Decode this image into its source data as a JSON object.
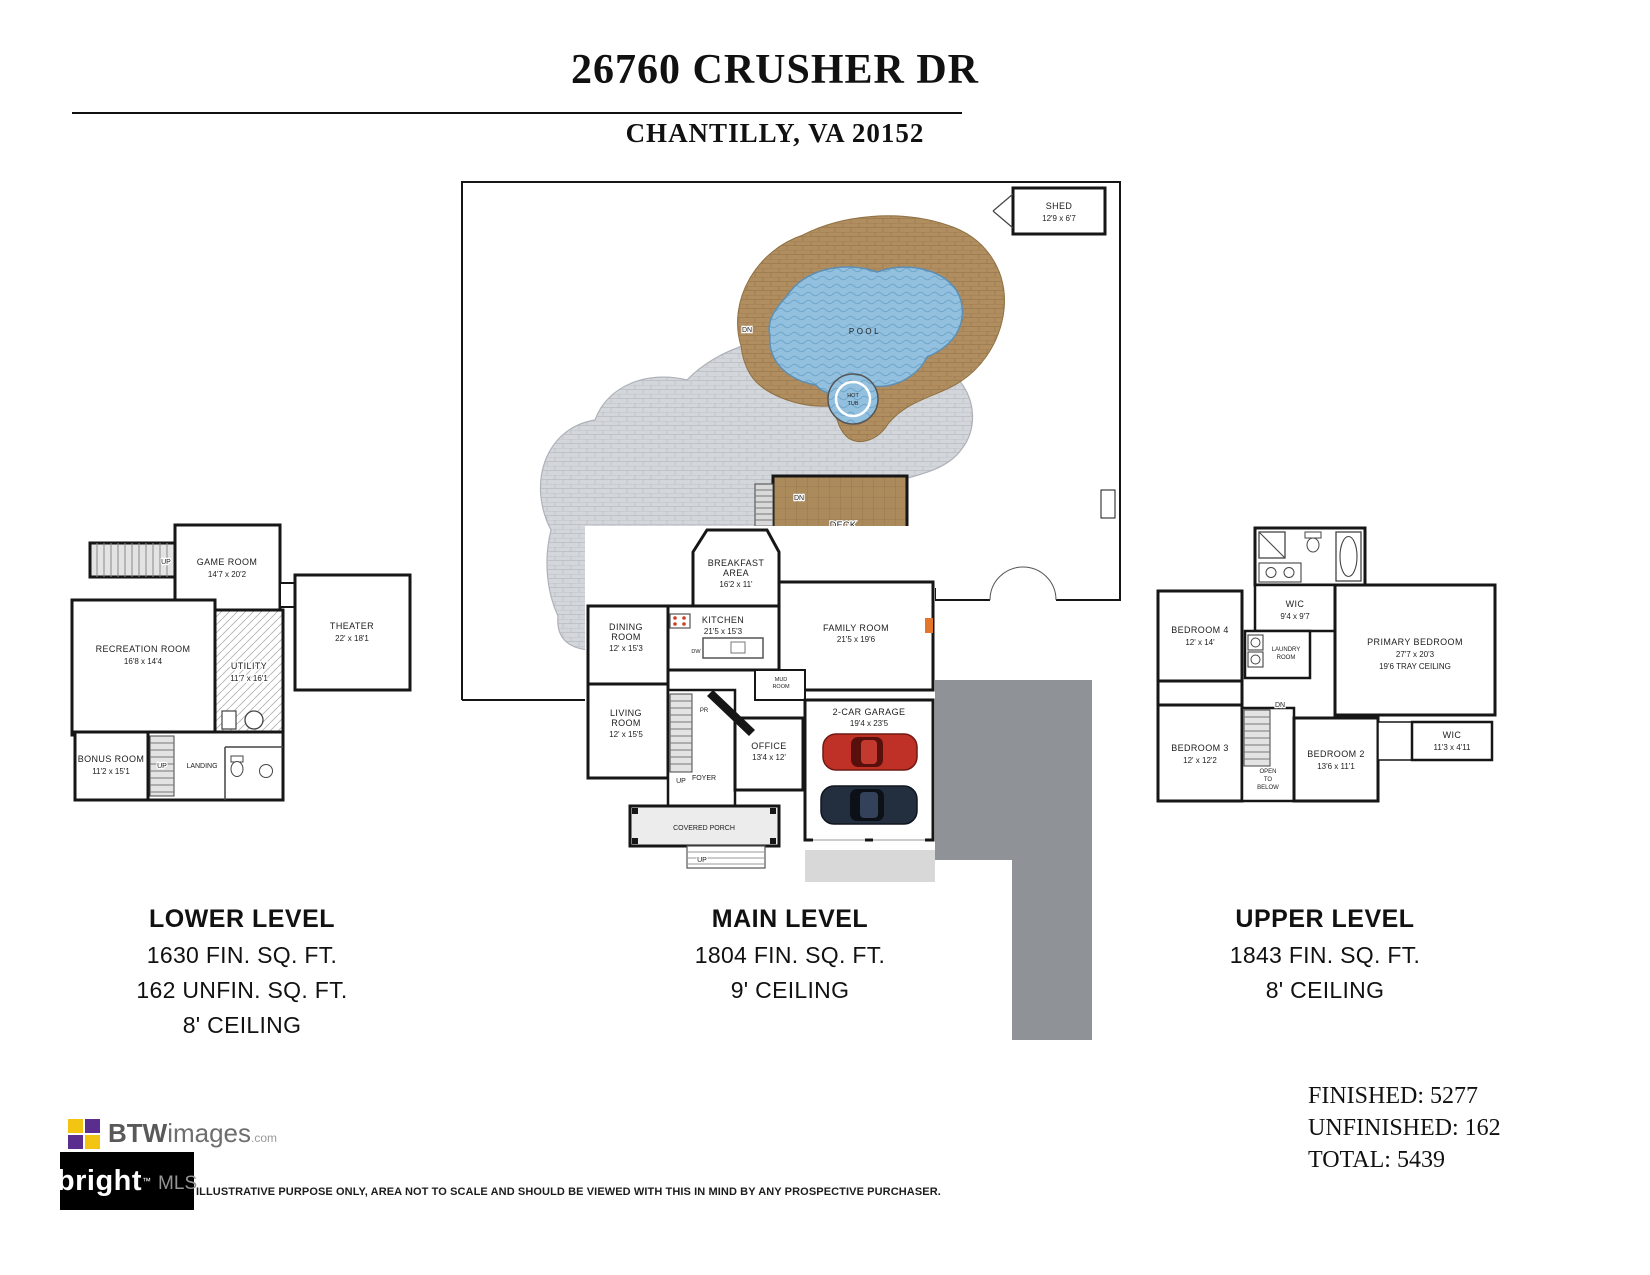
{
  "header": {
    "address": "26760 CRUSHER DR",
    "city": "CHANTILLY, VA 20152"
  },
  "levels": {
    "lower": {
      "title": "LOWER LEVEL",
      "stats": [
        "1630 FIN. SQ. FT.",
        "162 UNFIN. SQ. FT.",
        "8' CEILING"
      ],
      "labels": {
        "up_entry": "UP",
        "game": "GAME ROOM",
        "game_dims": "14'7 x 20'2",
        "theater": "THEATER",
        "theater_dims": "22' x 18'1",
        "rec": "RECREATION ROOM",
        "rec_dims": "16'8 x 14'4",
        "utility": "UTILITY",
        "utility_dims": "11'7 x 16'1",
        "bonus": "BONUS ROOM",
        "bonus_dims": "11'2 x 15'1",
        "up_stairs": "UP",
        "landing": "LANDING"
      }
    },
    "main": {
      "title": "MAIN LEVEL",
      "stats": [
        "1804 FIN. SQ. FT.",
        "9' CEILING"
      ],
      "labels": {
        "shed": "SHED",
        "shed_dims": "12'9 x 6'7",
        "pool": "POOL",
        "hot": "HOT",
        "tub": "TUB",
        "dn_patio": "DN",
        "dn_deck": "DN",
        "deck": "DECK",
        "breakfast1": "BREAKFAST",
        "breakfast2": "AREA",
        "breakfast_dims": "16'2 x 11'",
        "kitchen": "KITCHEN",
        "kitchen_dims": "21'5 x 15'3",
        "dw": "DW",
        "dining1": "DINING",
        "dining2": "ROOM",
        "dining_dims": "12' x 15'3",
        "family": "FAMILY ROOM",
        "family_dims": "21'5 x 19'6",
        "living1": "LIVING",
        "living2": "ROOM",
        "living_dims": "12' x 15'5",
        "up_foyer": "UP",
        "pr": "PR",
        "mud1": "MUD",
        "mud2": "ROOM",
        "office": "OFFICE",
        "office_dims": "13'4 x 12'",
        "foyer": "FOYER",
        "garage": "2-CAR GARAGE",
        "garage_dims": "19'4 x 23'5",
        "porch": "COVERED PORCH",
        "up_porch": "UP"
      }
    },
    "upper": {
      "title": "UPPER LEVEL",
      "stats": [
        "1843 FIN. SQ. FT.",
        "8' CEILING"
      ],
      "labels": {
        "bed4": "BEDROOM 4",
        "bed4_dims": "12' x 14'",
        "wic1": "WIC",
        "wic1_dims": "9'4 x 9'7",
        "laundry1": "LAUNDRY",
        "laundry2": "ROOM",
        "primary": "PRIMARY BEDROOM",
        "primary_dims": "27'7 x 20'3",
        "primary_ceiling": "19'6 TRAY CEILING",
        "bed3": "BEDROOM 3",
        "bed3_dims": "12' x 12'2",
        "dn": "DN",
        "open1": "OPEN",
        "open2": "TO",
        "open3": "BELOW",
        "bed2": "BEDROOM 2",
        "bed2_dims": "13'6 x 11'1",
        "wic2": "WIC",
        "wic2_dims": "11'3 x 4'11"
      }
    }
  },
  "totals": {
    "finished": "FINISHED: 5277",
    "unfinished": "UNFINISHED: 162",
    "total": "TOTAL: 5439"
  },
  "footer": {
    "btw": "BTW",
    "images": "images",
    "com": ".com",
    "bright": "bright",
    "tm": "™",
    "mls": "MLS",
    "disclaimer": "ILLUSTRATIVE PURPOSE ONLY, AREA NOT TO SCALE AND SHOULD BE VIEWED WITH THIS IN MIND BY ANY PROSPECTIVE PURCHASER."
  }
}
